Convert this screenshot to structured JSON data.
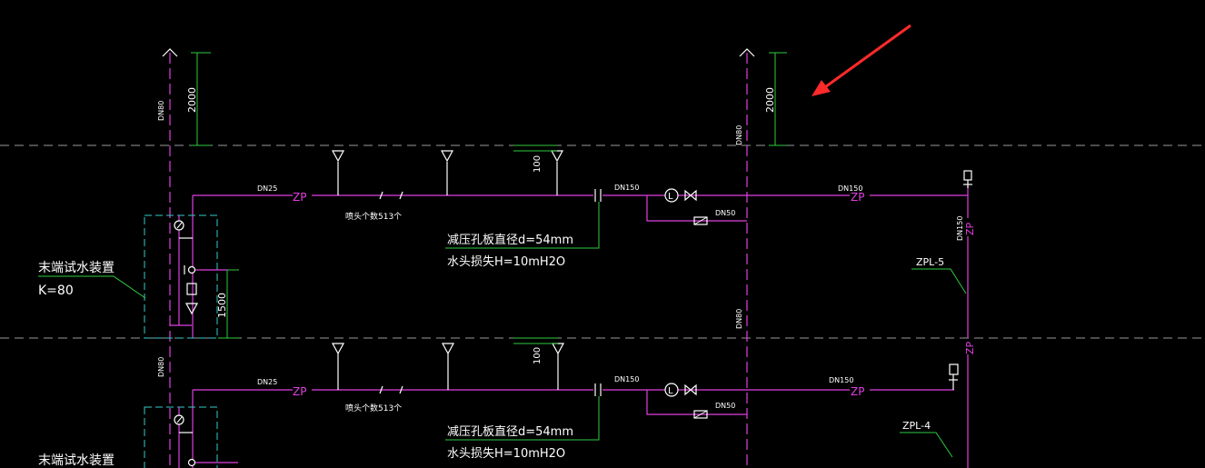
{
  "colors": {
    "background": "#000000",
    "pipe": "#e040e0",
    "dimension": "#2ecc40",
    "symbol": "#ffffff",
    "box": "#33cccc",
    "floorline": "#9a9a9a",
    "arrow": "#ff2a2a"
  },
  "labels": {
    "riser_left_dn": "DN80",
    "riser_left_dn_lower": "DN80",
    "riser_right_dn_upper": "DN80",
    "riser_right_dn_mid": "DN80",
    "dim_left_top": "2000",
    "dim_right_top": "2000",
    "dim_drain": "1500",
    "upper": {
      "branch_dn": "DN25",
      "zp_left": "ZP",
      "sprinkler_count": "喷头个数513个",
      "dim_100": "100",
      "main_dn": "DN150",
      "bypass_dn": "DN50",
      "right_dn": "DN150",
      "zp_right": "ZP",
      "orifice_line1": "减压孔板直径d=54mm",
      "orifice_line2": "水头损失H=10mH2O",
      "end_device": "末端试水装置",
      "k_value": "K=80",
      "riser_tag": "ZPL-5",
      "zp_riser_dn": "DN150",
      "zp_riser_a": "ZP",
      "zp_riser_b": "ZP"
    },
    "lower": {
      "branch_dn": "DN25",
      "zp_left": "ZP",
      "sprinkler_count": "喷头个数513个",
      "dim_100": "100",
      "main_dn": "DN150",
      "bypass_dn": "DN50",
      "right_dn": "DN150",
      "zp_right": "ZP",
      "orifice_line1": "减压孔板直径d=54mm",
      "orifice_line2": "水头损失H=10mH2O",
      "end_device": "末端试水装置",
      "riser_tag": "ZPL-4"
    }
  }
}
